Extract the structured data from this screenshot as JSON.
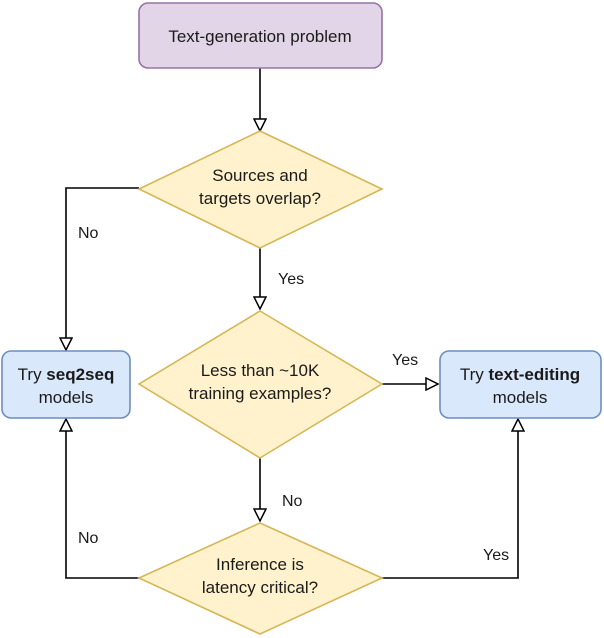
{
  "nodes": {
    "start": {
      "text": "Text-generation problem"
    },
    "overlap": {
      "line1": "Sources and",
      "line2": "targets overlap?"
    },
    "examples": {
      "line1": "Less than ~10K",
      "line2": "training examples?"
    },
    "latency": {
      "line1": "Inference is",
      "line2": "latency critical?"
    },
    "seq2seq": {
      "prefix": "Try ",
      "bold": "seq2seq",
      "line2": "models"
    },
    "textedit": {
      "prefix": "Try ",
      "bold": "text-editing",
      "line2": "models"
    }
  },
  "edges": {
    "overlap_no": "No",
    "overlap_yes": "Yes",
    "examples_yes": "Yes",
    "examples_no": "No",
    "latency_no": "No",
    "latency_yes": "Yes"
  },
  "colors": {
    "start_fill": "#e1d5e7",
    "start_stroke": "#9673a6",
    "decision_fill": "#fff2cc",
    "decision_stroke": "#d6b656",
    "model_fill": "#dae8fc",
    "model_stroke": "#6c8ebf",
    "line": "#000000"
  }
}
